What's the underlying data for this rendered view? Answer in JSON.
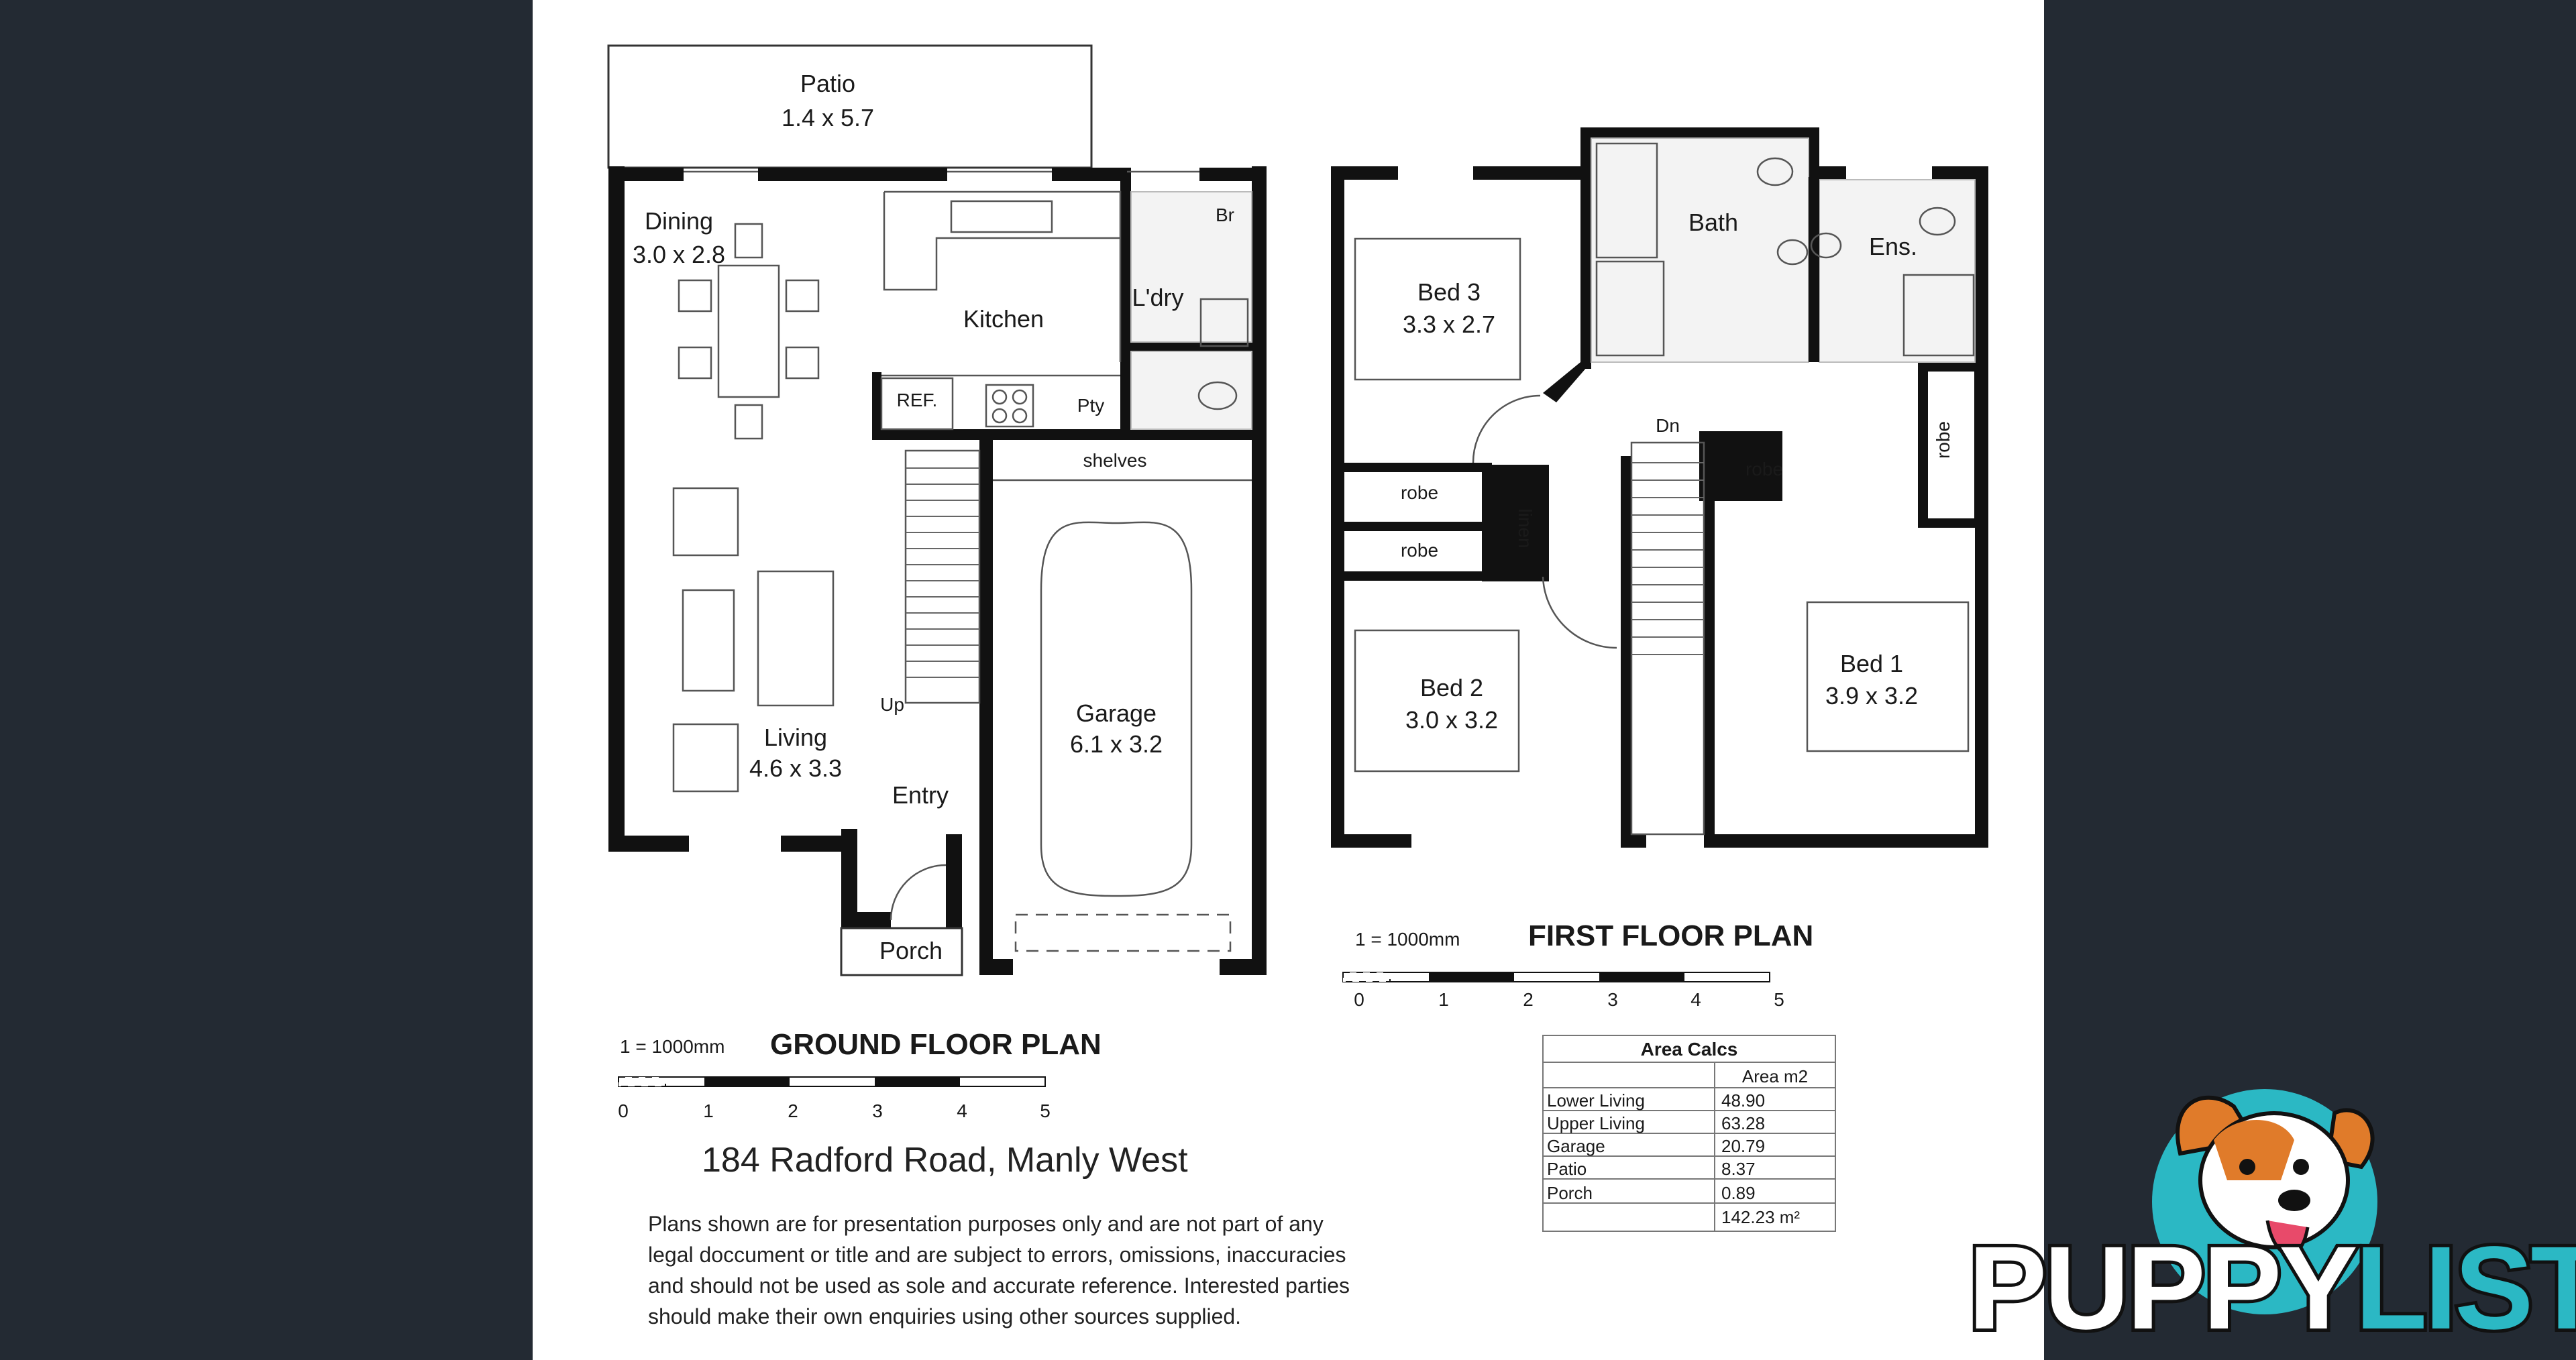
{
  "patio": {
    "name": "Patio",
    "size": "1.4 x 5.7"
  },
  "ground": {
    "dining": {
      "name": "Dining",
      "size": "3.0 x 2.8"
    },
    "kitchen": "Kitchen",
    "laundry": "L'dry",
    "br": "Br",
    "ref": "REF.",
    "pty": "Pty",
    "shelves": "shelves",
    "living": {
      "name": "Living",
      "size": "4.6 x 3.3"
    },
    "up": "Up",
    "entry": "Entry",
    "garage": {
      "name": "Garage",
      "size": "6.1 x 3.2"
    },
    "porch": "Porch",
    "scale_note": "1 = 1000mm",
    "title": "GROUND FLOOR PLAN",
    "scale_ticks": [
      "0",
      "1",
      "2",
      "3",
      "4",
      "5"
    ]
  },
  "first": {
    "bath": "Bath",
    "ens": "Ens.",
    "bed3": {
      "name": "Bed 3",
      "size": "3.3 x 2.7"
    },
    "bed2": {
      "name": "Bed 2",
      "size": "3.0 x 3.2"
    },
    "bed1": {
      "name": "Bed 1",
      "size": "3.9 x 3.2"
    },
    "dn": "Dn",
    "robe": "robe",
    "linen": "linen",
    "scale_note": "1 = 1000mm",
    "title": "FIRST FLOOR PLAN",
    "scale_ticks": [
      "0",
      "1",
      "2",
      "3",
      "4",
      "5"
    ]
  },
  "address": "184 Radford Road, Manly West",
  "disclaimer": "Plans shown are for presentation purposes only and are not part of any legal doccument or title and are subject to errors, omissions, inaccuracies and should not be used as sole and accurate reference. Interested parties should make their own enquiries using other sources supplied.",
  "area_calcs": {
    "title": "Area Calcs",
    "col_header": "Area m2",
    "rows": [
      {
        "label": "Lower Living",
        "value": "48.90"
      },
      {
        "label": "Upper Living",
        "value": "63.28"
      },
      {
        "label": "Garage",
        "value": "20.79"
      },
      {
        "label": "Patio",
        "value": "8.37"
      },
      {
        "label": "Porch",
        "value": "0.89"
      }
    ],
    "total": "142.23 m²"
  },
  "logo": {
    "part1": "PUPPY",
    "part2": "LIST",
    "color_dark": "#111111",
    "color_accent": "#2bb8c4",
    "icon": "dog-mascot-icon"
  }
}
